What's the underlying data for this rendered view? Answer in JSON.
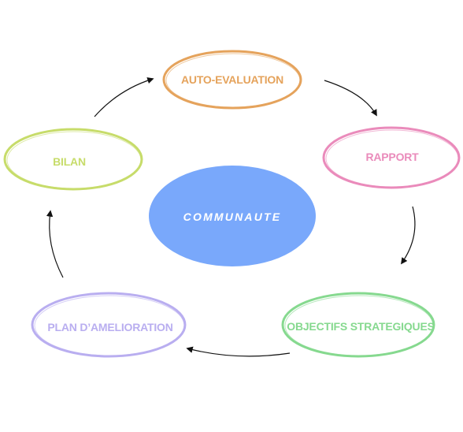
{
  "diagram": {
    "center": {
      "label": "COMMUNAUTE",
      "fill_color": "#79a8fb",
      "text_color": "#ffffff"
    },
    "nodes": [
      {
        "id": "auto-evaluation",
        "label": "AUTO-EVALUATION",
        "color": "#e5a35c"
      },
      {
        "id": "rapport",
        "label": "RAPPORT",
        "color": "#ea8bbb"
      },
      {
        "id": "objectifs-strategiques",
        "label": "OBJECTIFS STRATEGIQUES",
        "color": "#86d98f"
      },
      {
        "id": "plan-amelioration",
        "label": "PLAN D’AMELIORATION",
        "color": "#b9aef0"
      },
      {
        "id": "bilan",
        "label": "BILAN",
        "color": "#c7dc6a"
      }
    ],
    "arrow_color": "#111111"
  }
}
